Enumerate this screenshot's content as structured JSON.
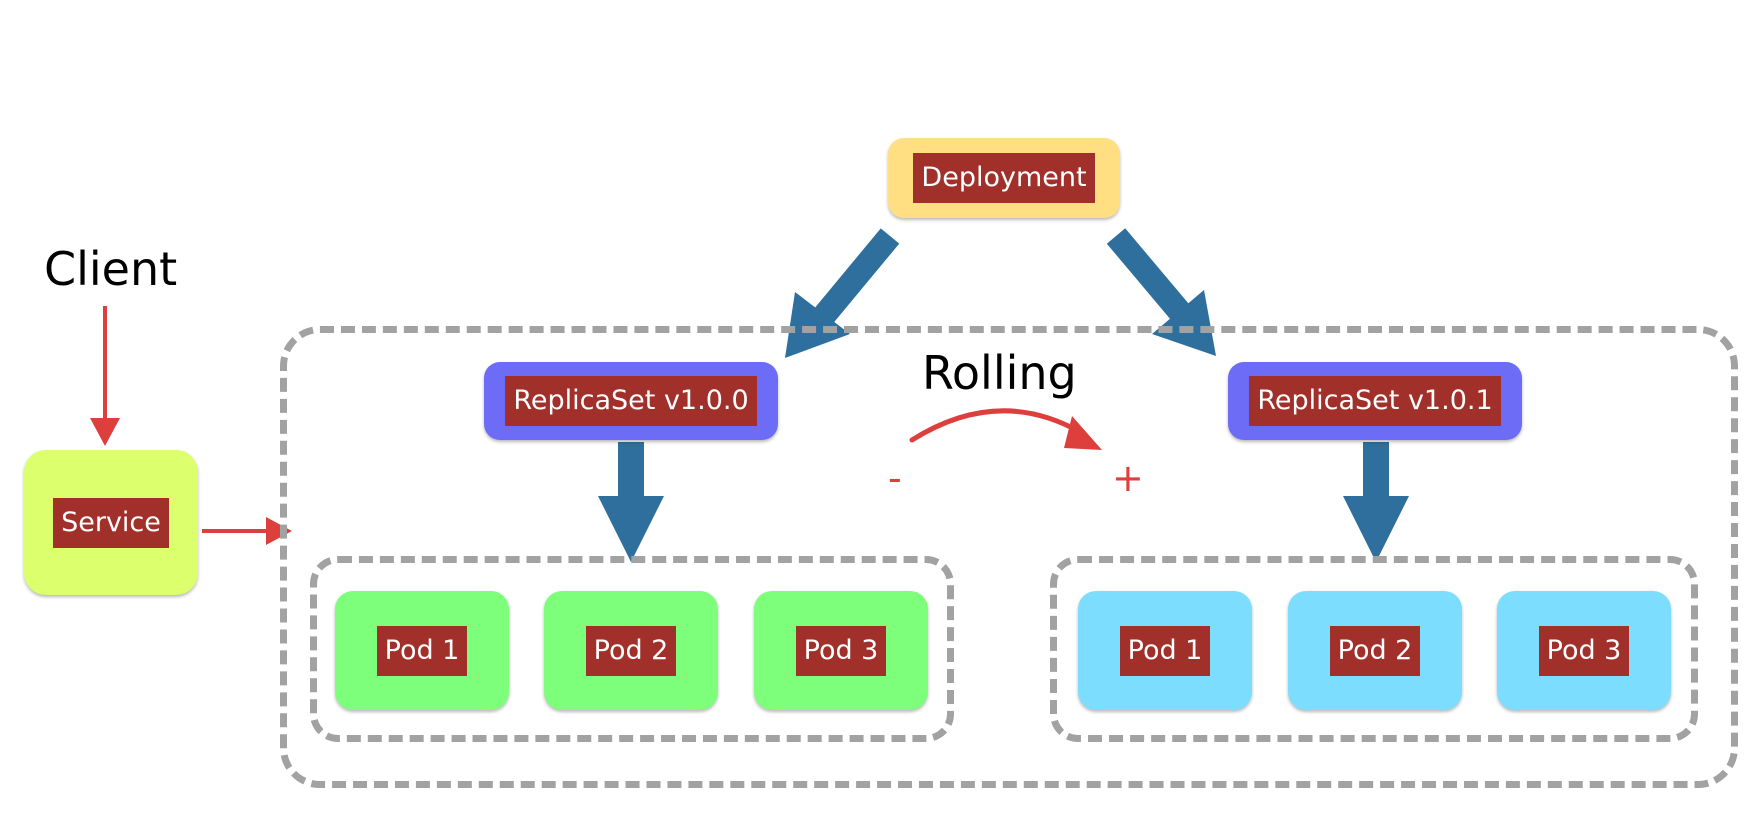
{
  "diagram": {
    "deployment_label": "Deployment",
    "client_label": "Client",
    "service_label": "Service",
    "rolling_label": "Rolling",
    "minus_sign": "-",
    "plus_sign": "+",
    "replicaset_old": {
      "label": "ReplicaSet v1.0.0",
      "pods": [
        "Pod 1",
        "Pod 2",
        "Pod 3"
      ]
    },
    "replicaset_new": {
      "label": "ReplicaSet v1.0.1",
      "pods": [
        "Pod 1",
        "Pod 2",
        "Pod 3"
      ]
    }
  },
  "colors": {
    "label_fill": "#a2302a",
    "deployment": "#ffdf82",
    "replicaset": "#6c6cf6",
    "service": "#dcff6e",
    "pod_old": "#7dff7b",
    "pod_new": "#7dddff",
    "blue_arrow": "#2e6f9e",
    "red_arrow": "#dd3f3c",
    "dashed_frame": "#a2a2a2"
  }
}
